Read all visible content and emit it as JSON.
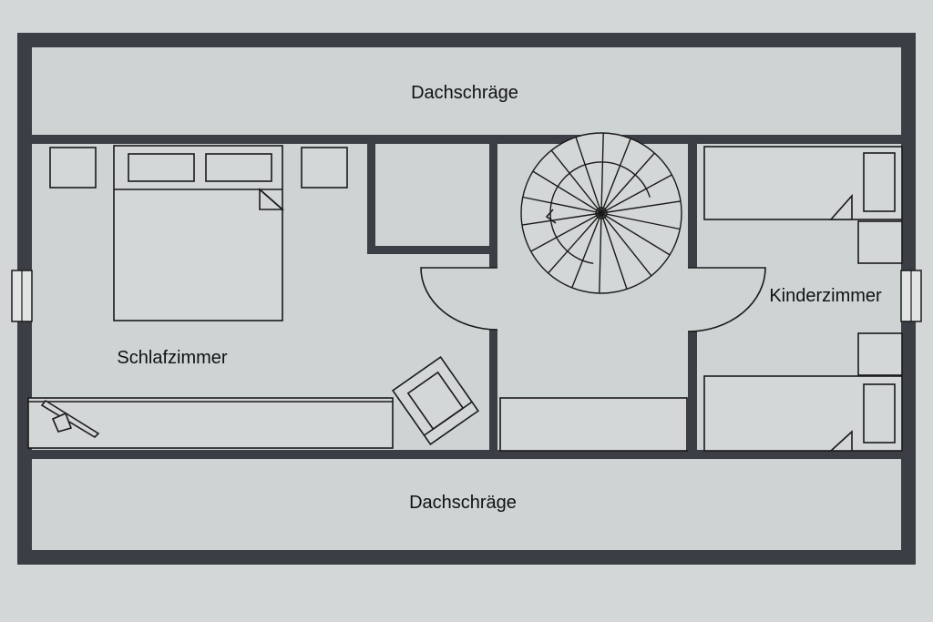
{
  "colors": {
    "paper": "#d4d7d8",
    "floor": "#ced3d4",
    "wall": "#3b3f45",
    "line": "#1a1a1a",
    "furniture_fill": "#d3d7d8"
  },
  "rooms": {
    "sloped_ceiling_top": "Dachschräge",
    "sloped_ceiling_bottom": "Dachschräge",
    "bedroom": "Schlafzimmer",
    "kids_room": "Kinderzimmer"
  }
}
